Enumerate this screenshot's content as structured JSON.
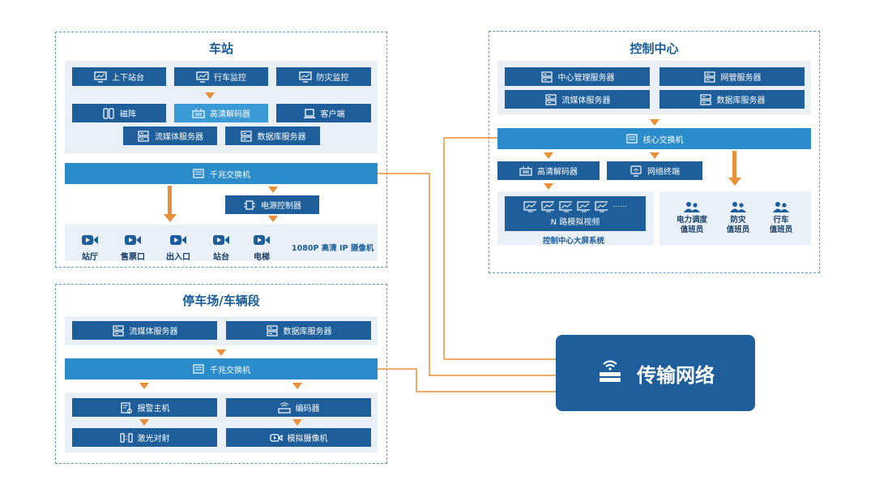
{
  "station": {
    "title": "车站",
    "row1": [
      "上下站台",
      "行车监控",
      "防灾监控"
    ],
    "row2": [
      "磁阵",
      "高清解码器",
      "客户端"
    ],
    "row3": [
      "流媒体服务器",
      "数据库服务器"
    ],
    "switch": "千兆交换机",
    "power": "电源控制器",
    "cameras": [
      "站厅",
      "售票口",
      "出入口",
      "站台",
      "电梯"
    ],
    "camera_label": "1080P 高清 IP 摄像机"
  },
  "control": {
    "title": "控制中心",
    "servers": [
      "中心管理服务器",
      "网管服务器",
      "流媒体服务器",
      "数据库服务器"
    ],
    "core_switch": "核心交换机",
    "decoder": "高清解码器",
    "terminal": "网络终端",
    "video_label": "N 路模拟视频",
    "wall_label": "控制中心大屏系统",
    "screen_more": "......",
    "staff": [
      [
        "电力调度",
        "值班员"
      ],
      [
        "防灾",
        "值班员"
      ],
      [
        "行车",
        "值班员"
      ]
    ]
  },
  "depot": {
    "title": "停车场/车辆段",
    "servers": [
      "流媒体服务器",
      "数据库服务器"
    ],
    "switch": "千兆交换机",
    "alarm": "报警主机",
    "encoder": "编码器",
    "laser": "激光对射",
    "analog_camera": "模拟摄像机"
  },
  "network": {
    "label": "传输网络"
  },
  "colors": {
    "dark_box": "#1d5e9b",
    "bar": "#2a8ccb",
    "arrow": "#e8913a",
    "panel_bg": "#e9f0f7",
    "dashed_border": "#5b9bd5"
  }
}
